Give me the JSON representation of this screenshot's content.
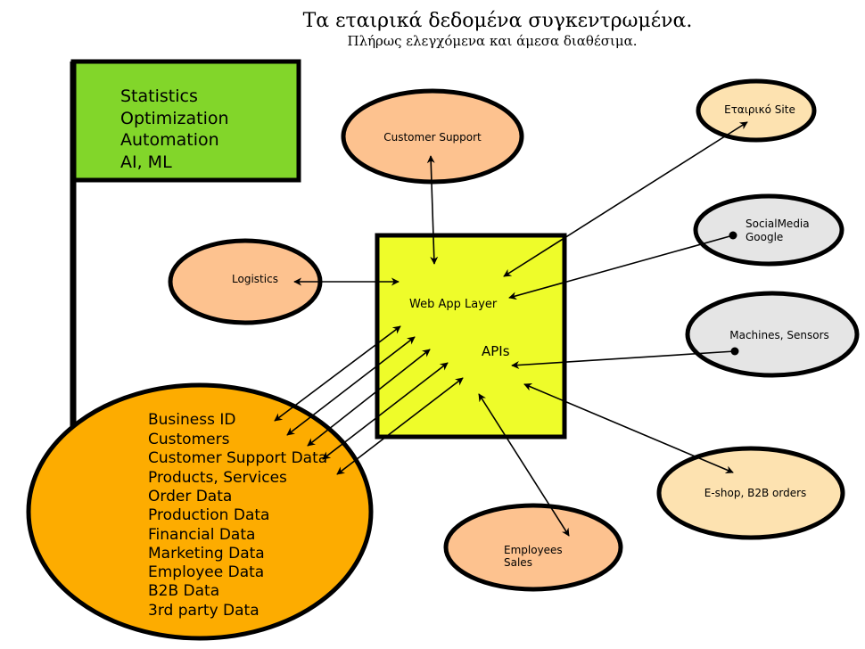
{
  "header": {
    "title": "Τα εταιρικά δεδομένα συγκεντρωμένα.",
    "subtitle": "Πλήρως ελεγχόμενα και άμεσα διαθέσιμα."
  },
  "flag": {
    "lines": [
      "Statistics",
      "Optimization",
      "Automation",
      "AI, ML"
    ],
    "color": "#82d62a"
  },
  "hub": {
    "label": "Web App Layer",
    "apis_label": "APIs",
    "color": "#eefc2a"
  },
  "nodes": {
    "customer_support": {
      "label": "Customer Support",
      "color": "#fdc28f"
    },
    "logistics": {
      "label": "Logistics",
      "color": "#fdc28f"
    },
    "site": {
      "label": "Εταιρικό Site",
      "color": "#fde2b0"
    },
    "social": {
      "lines": [
        "SocialMedia",
        "Google"
      ],
      "color": "#e5e5e5"
    },
    "machines": {
      "label": "Machines, Sensors",
      "color": "#e5e5e5"
    },
    "eshop": {
      "label": "E-shop, B2B orders",
      "color": "#fde2b0"
    },
    "employees": {
      "lines": [
        "Employees",
        "Sales"
      ],
      "color": "#fdc28f"
    }
  },
  "data_store": {
    "color": "#fdac00",
    "items": [
      "Business ID",
      "Customers",
      "Customer Support Data",
      "Products, Services",
      "Order Data",
      "Production Data",
      "Financial Data",
      "Marketing Data",
      "Employee Data",
      "B2B Data",
      "3rd party Data"
    ]
  }
}
